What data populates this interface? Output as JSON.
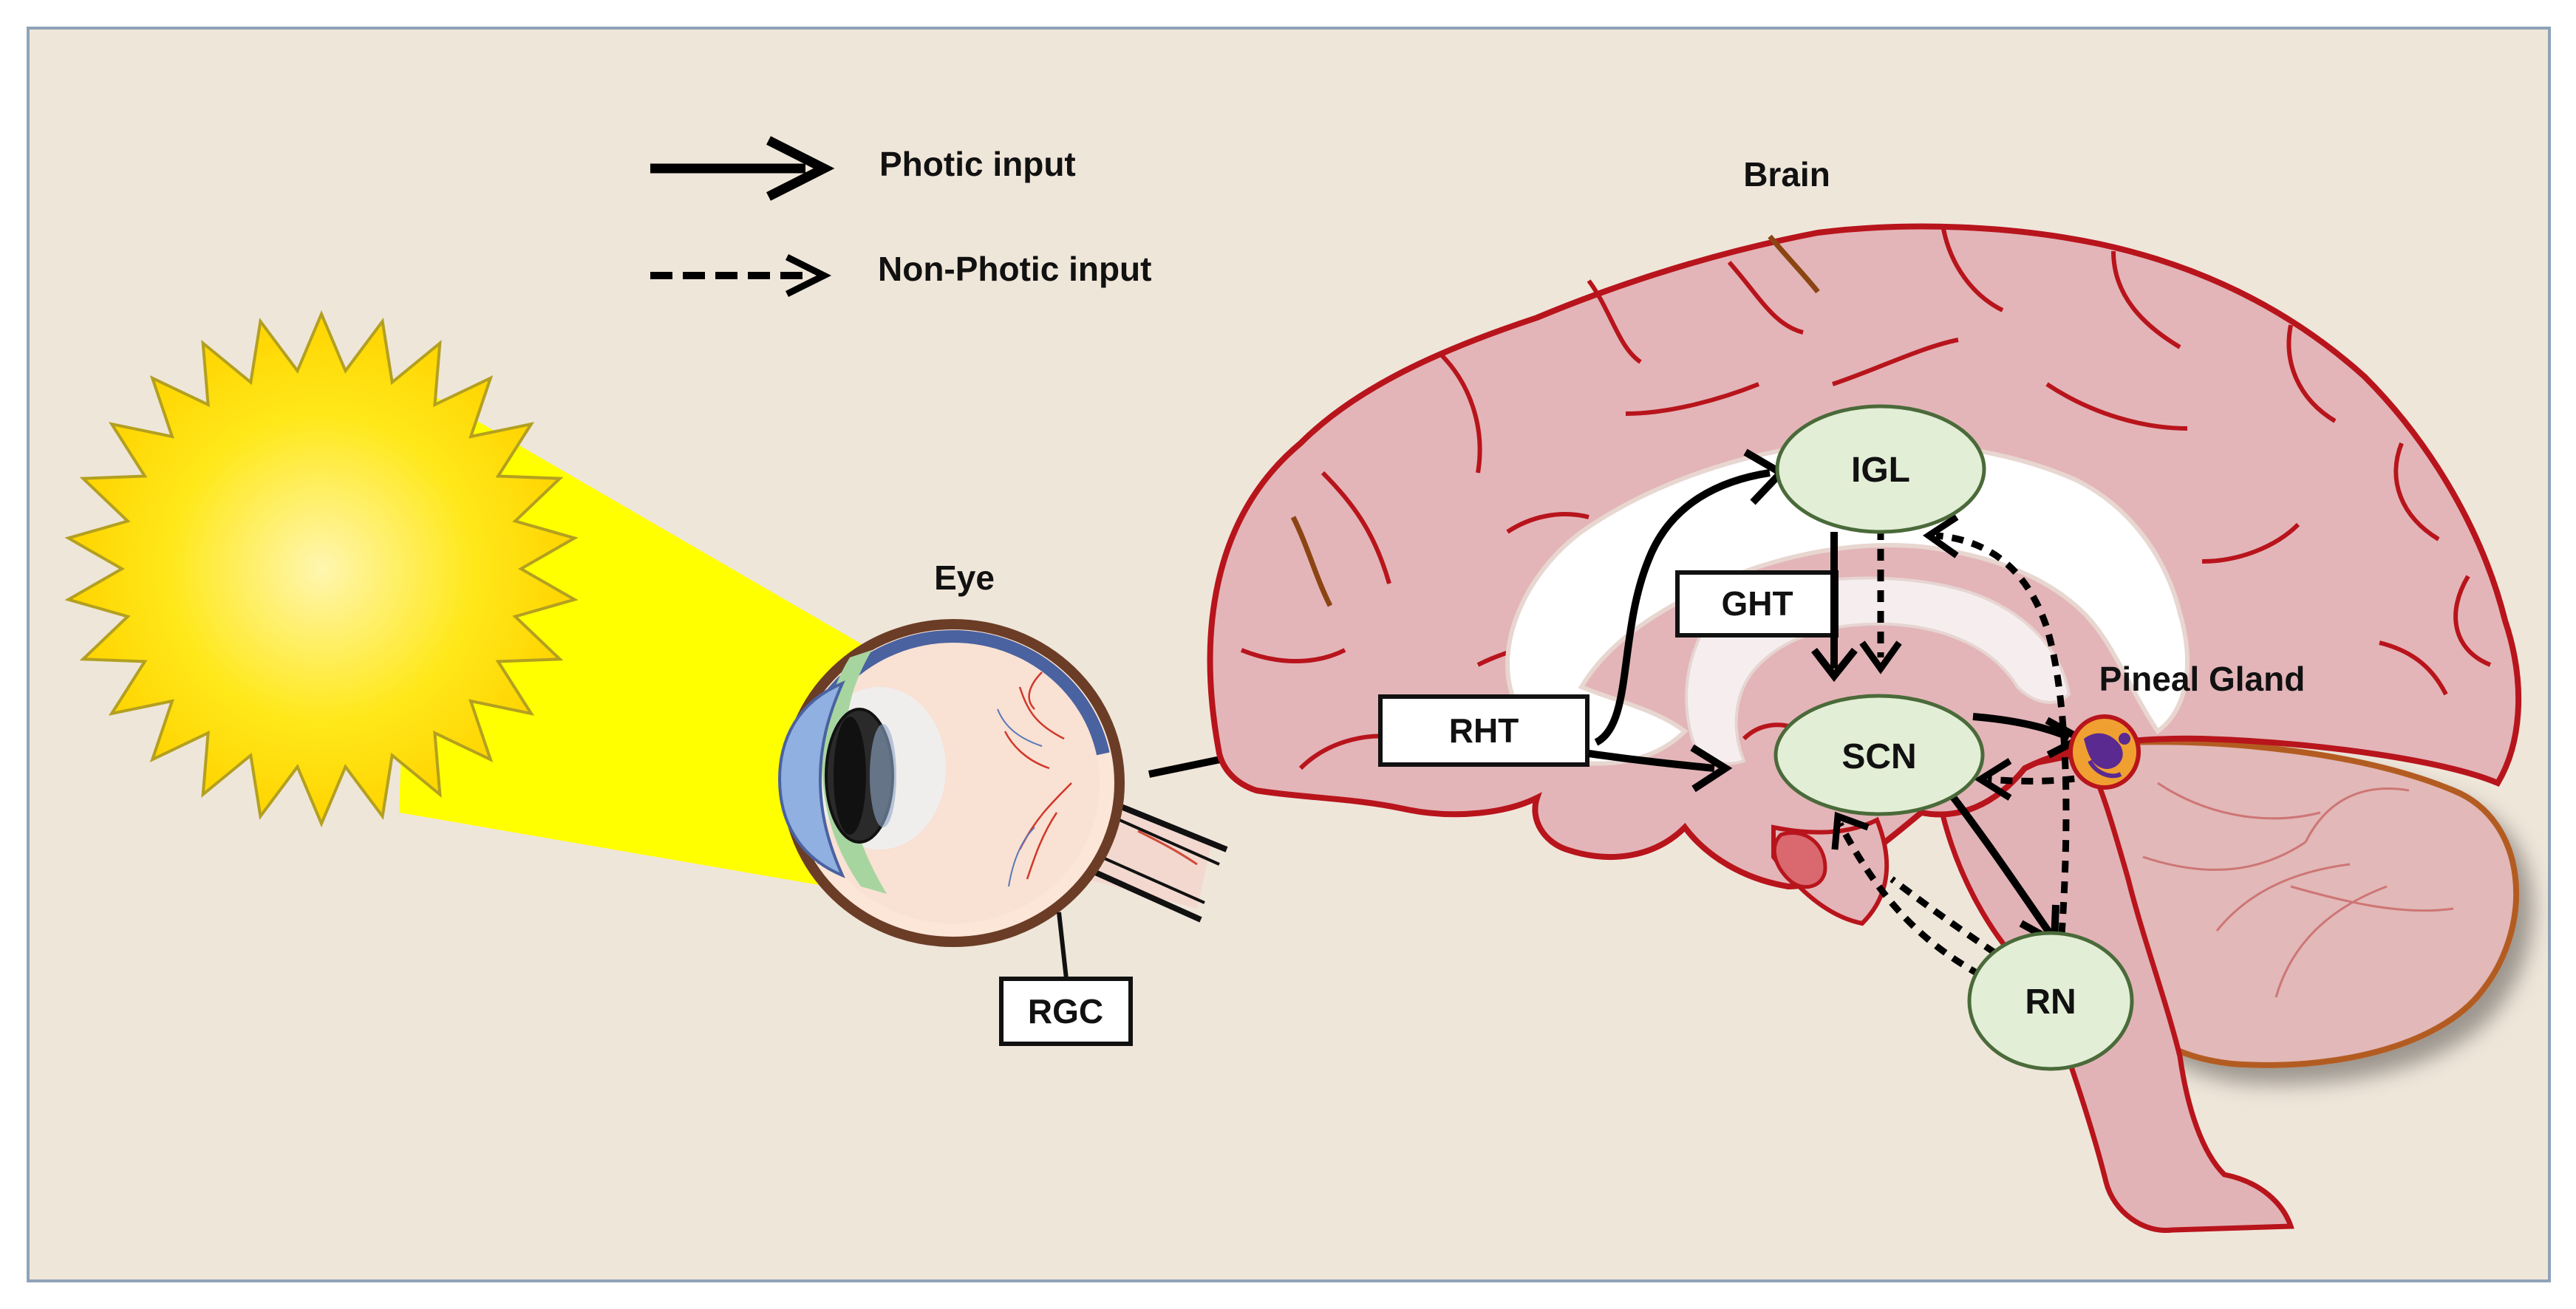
{
  "legend": {
    "photic_label": "Photic input",
    "nonphotic_label": "Non-Photic input"
  },
  "labels": {
    "eye": "Eye",
    "brain": "Brain",
    "pineal": "Pineal Gland"
  },
  "boxes": {
    "rgc": "RGC",
    "rht": "RHT",
    "ght": "GHT"
  },
  "nuclei": {
    "igl": "IGL",
    "scn": "SCN",
    "rn": "RN"
  },
  "colors": {
    "background": "#efe6da",
    "frame": "#8fa3b8",
    "sun_fill": "#ffe81a",
    "sun_core": "#fff3a0",
    "light_beam": "#ffff00",
    "brain_fill": "#e3b5b8",
    "brain_outline": "#b8141c",
    "nucleus_fill": "#e2eed6",
    "box_fill": "#ffffff"
  }
}
